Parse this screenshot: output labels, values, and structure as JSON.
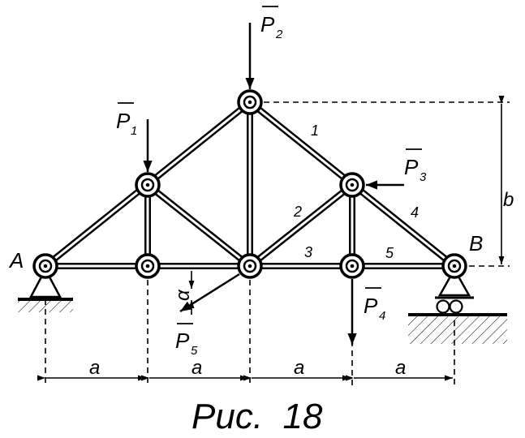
{
  "figure": {
    "caption": "Рис.  18",
    "support_labels": {
      "left": "A",
      "right": "B"
    },
    "dimension_labels": {
      "span": "a",
      "height": "b"
    },
    "angle_label": "α",
    "member_numbers": [
      "1",
      "2",
      "3",
      "4",
      "5"
    ],
    "forces": [
      {
        "name": "P",
        "index": "1"
      },
      {
        "name": "P",
        "index": "2"
      },
      {
        "name": "P",
        "index": "3"
      },
      {
        "name": "P",
        "index": "4"
      },
      {
        "name": "P",
        "index": "5"
      }
    ]
  }
}
